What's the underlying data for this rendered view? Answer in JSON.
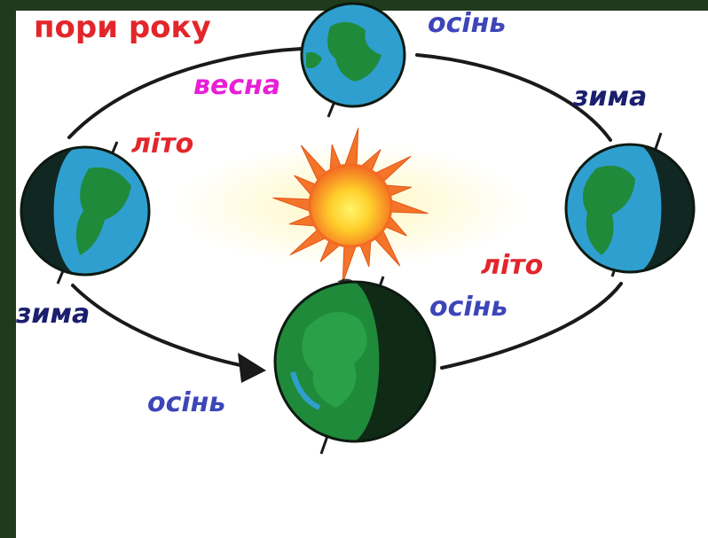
{
  "title": "пори року",
  "labels": {
    "top_autumn": "осінь",
    "top_spring": "весна",
    "right_winter": "зима",
    "left_summer": "літо",
    "right_summer": "літо",
    "bottom_autumn_right": "осінь",
    "left_winter": "зима",
    "bottom_autumn_left": "осінь"
  },
  "colors": {
    "title": "#e2262b",
    "autumn": "#3d46b8",
    "spring": "#e81fd6",
    "winter": "#1a1f6e",
    "summer": "#e2262b",
    "frame": "#1f3a1c",
    "orbit": "#1a1a1a",
    "ocean": "#2f9fd0",
    "land": "#1f8a3a",
    "night": "#0d1a10",
    "sun_outer": "#f4742a",
    "sun_inner": "#ffd23a"
  },
  "icons": {
    "sun": "sun-icon",
    "earth": "earth-globe-icon",
    "arrow": "orbit-direction-arrow-icon"
  }
}
